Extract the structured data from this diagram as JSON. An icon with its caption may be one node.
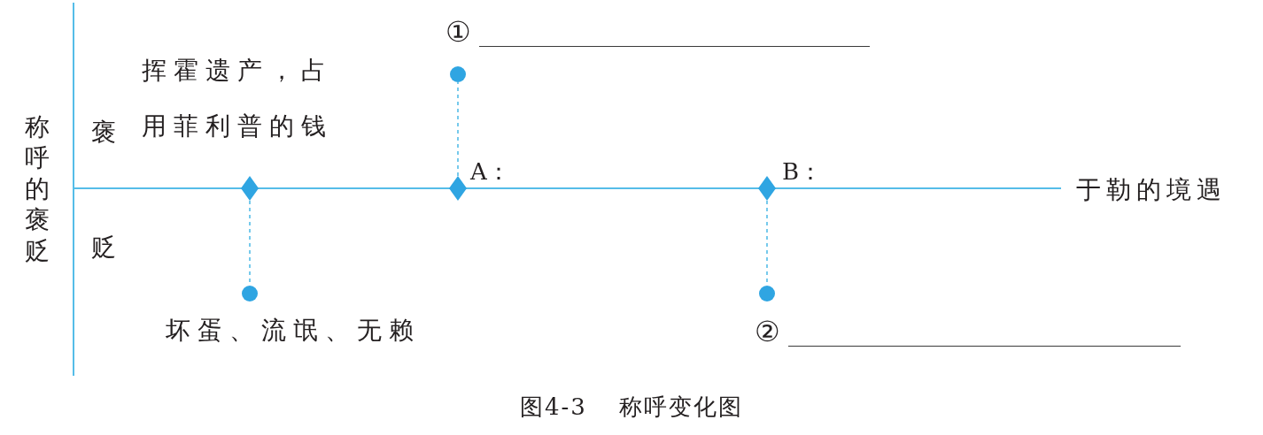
{
  "diagram": {
    "caption": "图4-3 称呼变化图",
    "nodes": [
      {
        "text": [],
        "shape": "diamond"
      },
      {
        "text": [],
        "shape": "diamond"
      },
      {
        "text": [],
        "shape": "diamond"
      },
      {
        "text": [],
        "shape": "circle",
        "beside": [
          "坏蛋、流氓、无赖"
        ]
      },
      {
        "text": [],
        "shape": "circle",
        "beside": [
          "①"
        ]
      },
      {
        "text": [],
        "shape": "circle",
        "beside": [
          "②"
        ]
      }
    ],
    "edges": [
      {
        "from": 0,
        "to": 3,
        "arrow": "none",
        "style": "dashed"
      },
      {
        "from": 1,
        "to": 4,
        "arrow": "none",
        "style": "dashed"
      },
      {
        "from": 2,
        "to": 5,
        "arrow": "none",
        "style": "dashed"
      }
    ],
    "labels": [
      "挥霍遗产，占用菲利普的钱",
      "称呼的褒贬",
      "褒",
      "A：",
      "B：",
      "于勒的境遇",
      "贬"
    ]
  }
}
